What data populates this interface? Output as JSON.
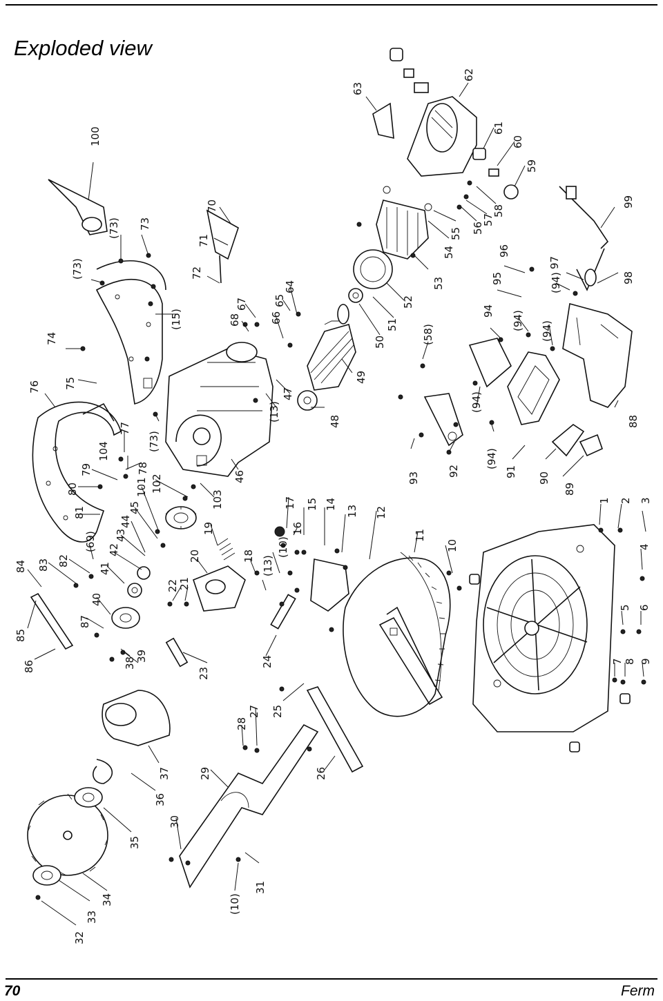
{
  "page": {
    "title": "Exploded view",
    "page_number": "70",
    "brand": "Ferm"
  },
  "labels": [
    "100",
    "(73)",
    "(73)",
    "73",
    "74",
    "75",
    "76",
    "77",
    "104",
    "79",
    "80",
    "78",
    "102",
    "101",
    "45",
    "44",
    "43",
    "42",
    "81",
    "(69)",
    "82",
    "83",
    "84",
    "85",
    "86",
    "87",
    "40",
    "41",
    "39",
    "38",
    "22",
    "21",
    "20",
    "19",
    "103",
    "46",
    "(73)",
    "(15)",
    "72",
    "71",
    "70",
    "68",
    "67",
    "66",
    "65",
    "64",
    "(13)",
    "47",
    "48",
    "49",
    "50",
    "51",
    "52",
    "53",
    "54",
    "55",
    "56",
    "57",
    "58",
    "59",
    "60",
    "61",
    "62",
    "63",
    "17",
    "16",
    "15",
    "14",
    "13",
    "12",
    "11",
    "10",
    "(10)",
    "18",
    "(13)",
    "23",
    "24",
    "25",
    "26",
    "27",
    "28",
    "29",
    "30",
    "31",
    "(10)",
    "32",
    "33",
    "34",
    "35",
    "36",
    "37",
    "93",
    "(58)",
    "92",
    "(94)",
    "(94)",
    "94",
    "95",
    "96",
    "97",
    "98",
    "99",
    "(94)",
    "(94)",
    "(94)",
    "91",
    "90",
    "89",
    "88",
    "1",
    "2",
    "3",
    "4",
    "5",
    "6",
    "7",
    "8",
    "9"
  ]
}
